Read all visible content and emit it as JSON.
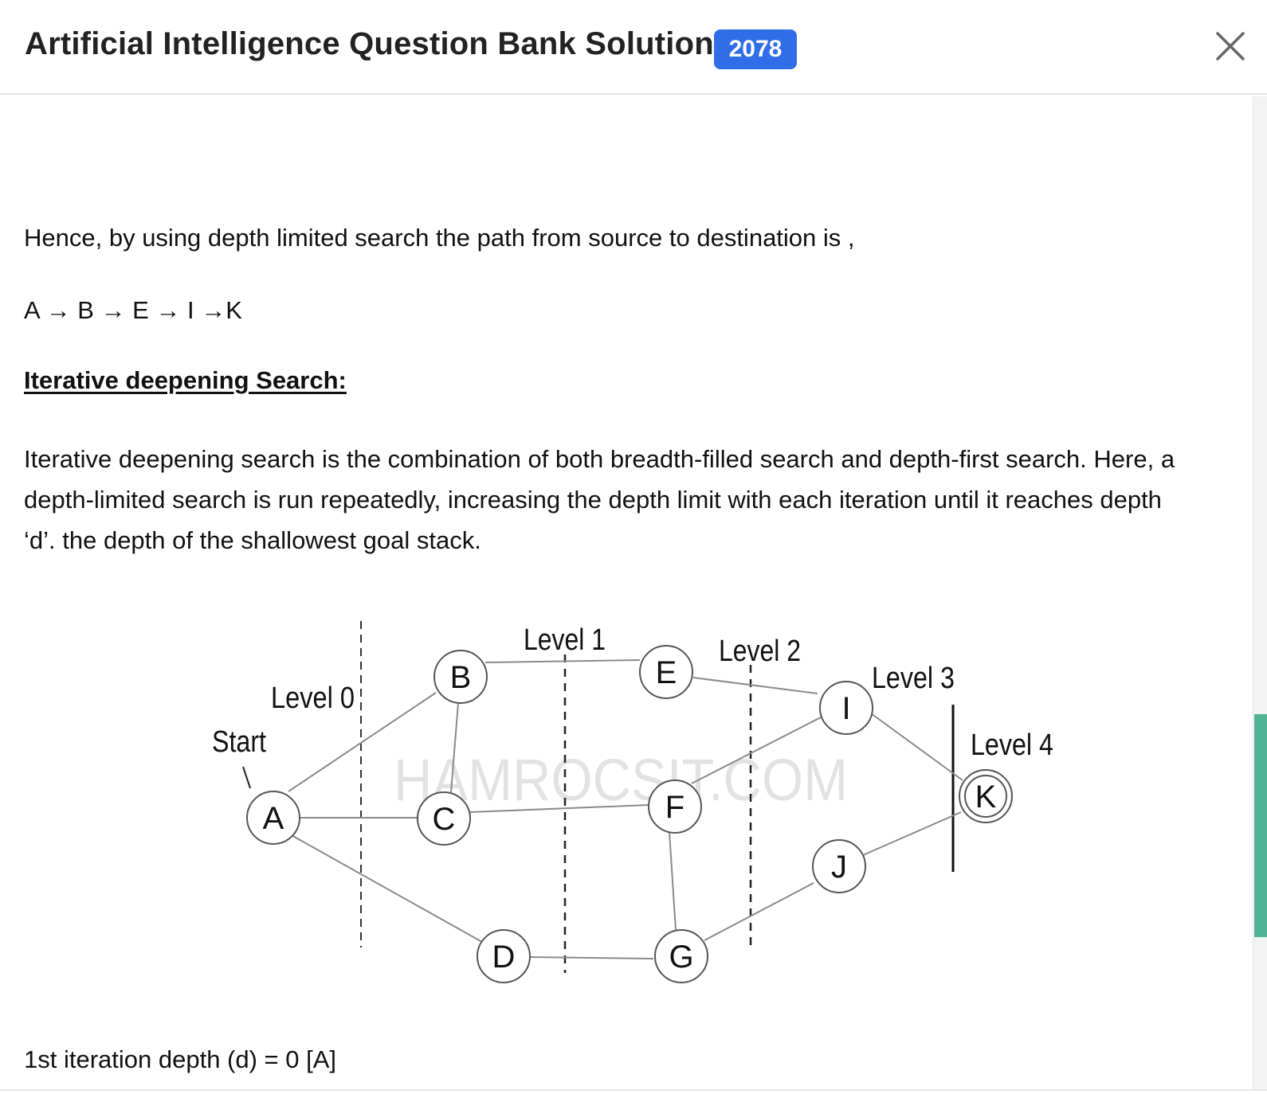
{
  "header": {
    "title": "Artificial Intelligence Question Bank Solution",
    "year_badge": "2078",
    "close_icon": "close-icon"
  },
  "content": {
    "path_sentence": "Hence, by using depth limited search the path from source to destination is ,",
    "path": "A → B → E → I →K",
    "section_heading": "Iterative deepening Search:",
    "description_lines": [
      "Iterative deepening search is the combination of both breadth-filled search and depth-first search. Here, a",
      "depth-limited search is run repeatedly, increasing the depth limit with each iteration until it reaches depth",
      "‘d’. the depth of the shallowest goal stack."
    ],
    "iteration_line": "1st iteration depth (d) = 0  [A]"
  },
  "diagram": {
    "start_label": "Start",
    "watermark": "HAMROCSIT.COM",
    "levels": [
      "Level 0",
      "Level 1",
      "Level 2",
      "Level 3",
      "Level 4"
    ],
    "nodes": [
      "A",
      "B",
      "C",
      "D",
      "E",
      "F",
      "G",
      "I",
      "J",
      "K"
    ],
    "edges": [
      [
        "A",
        "B"
      ],
      [
        "A",
        "C"
      ],
      [
        "A",
        "D"
      ],
      [
        "B",
        "C"
      ],
      [
        "B",
        "E"
      ],
      [
        "C",
        "F"
      ],
      [
        "D",
        "G"
      ],
      [
        "E",
        "I"
      ],
      [
        "F",
        "I"
      ],
      [
        "F",
        "G"
      ],
      [
        "G",
        "J"
      ],
      [
        "I",
        "K"
      ],
      [
        "J",
        "K"
      ]
    ],
    "goal_node": "K"
  },
  "colors": {
    "badge": "#2f6ee8",
    "scrollbar_thumb": "#52b394"
  }
}
